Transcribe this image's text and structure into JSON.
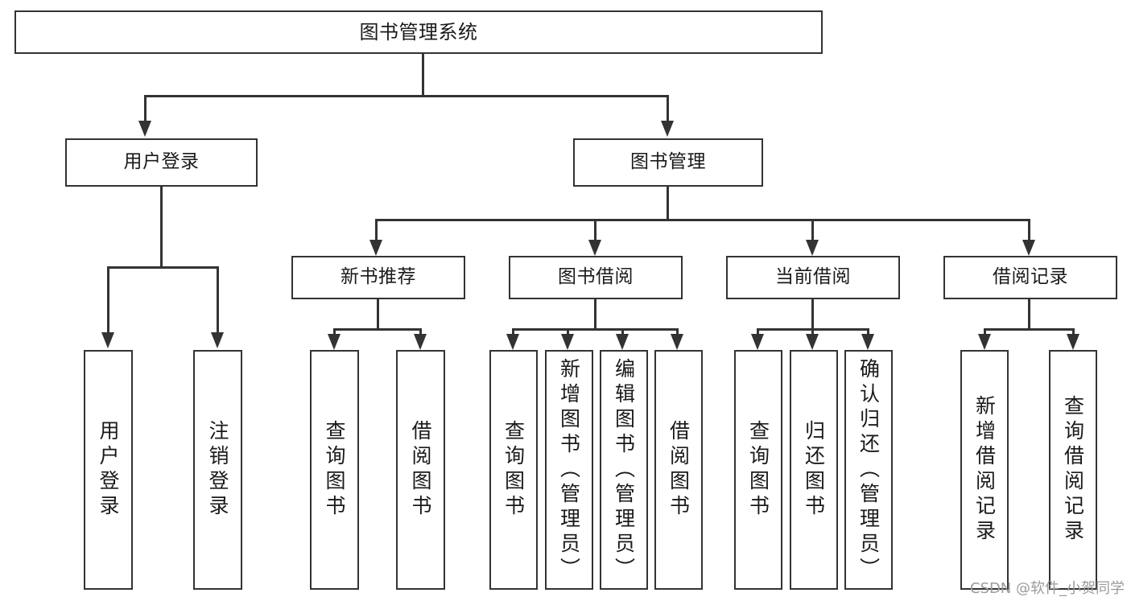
{
  "diagram": {
    "title": "图书管理系统",
    "root": {
      "label": "图书管理系统"
    },
    "level2": [
      {
        "label": "用户登录"
      },
      {
        "label": "图书管理"
      }
    ],
    "level3": [
      {
        "label": "新书推荐"
      },
      {
        "label": "图书借阅"
      },
      {
        "label": "当前借阅"
      },
      {
        "label": "借阅记录"
      }
    ],
    "leaves": [
      {
        "label": "用户登录",
        "parent": "用户登录"
      },
      {
        "label": "注销登录",
        "parent": "用户登录"
      },
      {
        "label": "查询图书",
        "parent": "新书推荐"
      },
      {
        "label": "借阅图书",
        "parent": "新书推荐"
      },
      {
        "label": "查询图书",
        "parent": "图书借阅"
      },
      {
        "label": "新增图书（管理员）",
        "parent": "图书借阅"
      },
      {
        "label": "编辑图书（管理员）",
        "parent": "图书借阅"
      },
      {
        "label": "借阅图书",
        "parent": "图书借阅"
      },
      {
        "label": "查询图书",
        "parent": "当前借阅"
      },
      {
        "label": "归还图书",
        "parent": "当前借阅"
      },
      {
        "label": "确认归还（管理员）",
        "parent": "当前借阅"
      },
      {
        "label": "新增借阅记录",
        "parent": "借阅记录"
      },
      {
        "label": "查询借阅记录",
        "parent": "借阅记录"
      }
    ]
  },
  "watermark": {
    "text": "CSDN @软件_小贺同学"
  },
  "colors": {
    "stroke": "#333333",
    "fill": "#ffffff",
    "text": "#1a1a1a",
    "watermark": "#9b9b9b"
  }
}
